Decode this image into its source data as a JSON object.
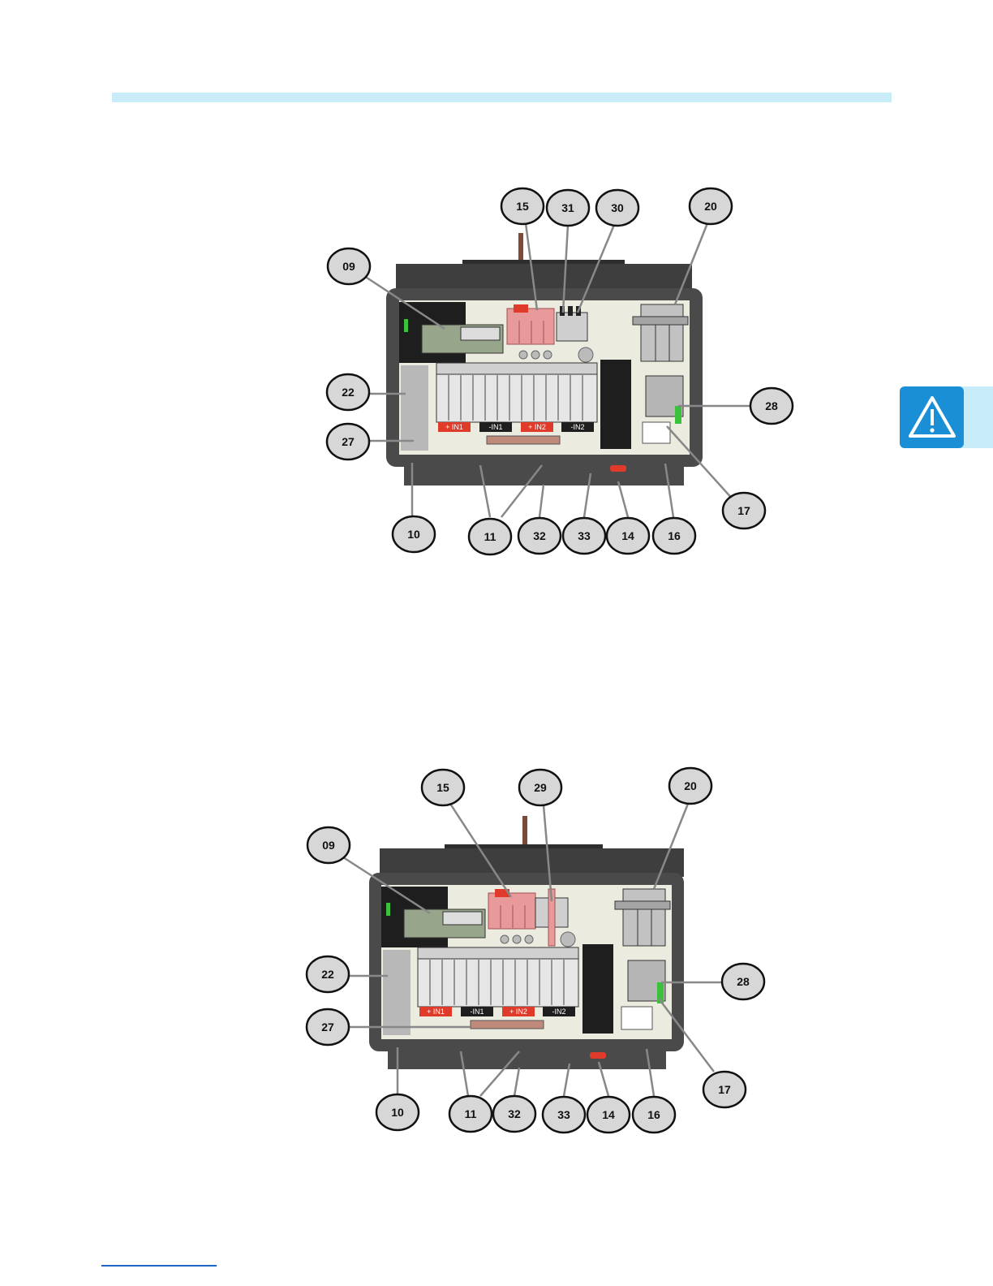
{
  "colors": {
    "header_rule": "#c8ecf8",
    "warning_tab": "#1a8fd6",
    "footer_link_rule": "#1a66c0",
    "enclosure": "#4a4a4a",
    "surge_protector": "#e89a9a",
    "dc_terminal_label": "#e03a2a",
    "connector_green": "#3cc13c"
  },
  "icons": {
    "warning": "warning-triangle-icon"
  },
  "diagram_top": {
    "labels": [
      "+ IN1",
      "-IN1",
      "+ IN2",
      "-IN2"
    ],
    "callouts": {
      "c15": "15",
      "c31": "31",
      "c30": "30",
      "c20": "20",
      "c09": "09",
      "c22": "22",
      "c27": "27",
      "c28": "28",
      "c17": "17",
      "c10": "10",
      "c11": "11",
      "c32": "32",
      "c33": "33",
      "c14": "14",
      "c16": "16"
    }
  },
  "diagram_bottom": {
    "labels": [
      "+ IN1",
      "-IN1",
      "+ IN2",
      "-IN2"
    ],
    "callouts": {
      "c15": "15",
      "c29": "29",
      "c20": "20",
      "c09": "09",
      "c22": "22",
      "c27": "27",
      "c28": "28",
      "c17": "17",
      "c10": "10",
      "c11": "11",
      "c32": "32",
      "c33": "33",
      "c14": "14",
      "c16": "16"
    }
  }
}
